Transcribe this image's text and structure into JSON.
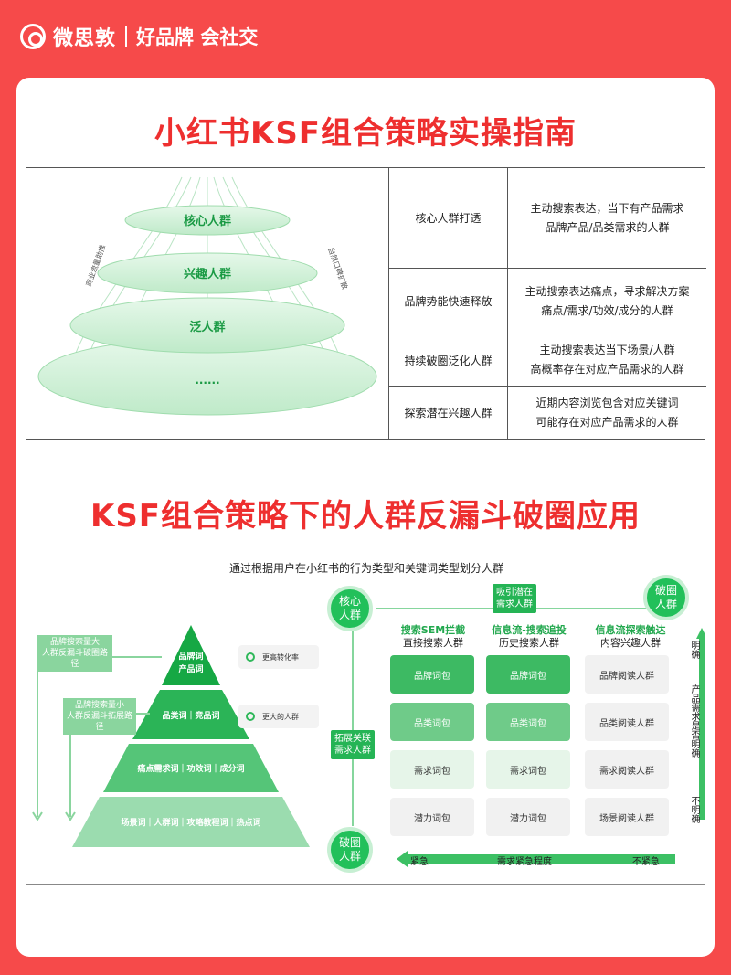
{
  "header": {
    "brand": "微思敦",
    "slogan": "好品牌 会社交"
  },
  "title1": "小红书KSF组合策略实操指南",
  "title2": "KSF组合策略下的人群反漏斗破圈应用",
  "rings": {
    "layers": [
      "核心人群",
      "兴趣人群",
      "泛人群",
      "......"
    ],
    "left_arrow": "商业流量助推",
    "right_arrow": "自然口碑扩散"
  },
  "table": [
    {
      "stage": "核心人群打透",
      "desc1": "主动搜索表达，当下有产品需求",
      "desc2": "品牌产品/品类需求的人群"
    },
    {
      "stage": "品牌势能快速释放",
      "desc1": "主动搜索表达痛点，寻求解决方案",
      "desc2": "痛点/需求/功效/成分的人群"
    },
    {
      "stage": "持续破圈泛化人群",
      "desc1": "主动搜索表达当下场景/人群",
      "desc2": "高概率存在对应产品需求的人群"
    },
    {
      "stage": "探索潜在兴趣人群",
      "desc1": "近期内容浏览包含对应关键词",
      "desc2": "可能存在对应产品需求的人群"
    }
  ],
  "bottom": {
    "subtitle": "通过根据用户在小红书的行为类型和关键词类型划分人群",
    "pyramid": {
      "levels": [
        {
          "line1": "品牌词",
          "line2": "产品词"
        },
        {
          "line1": "品类词｜竞品词",
          "line2": ""
        },
        {
          "line1": "痛点需求词｜功效词｜成分词",
          "line2": ""
        },
        {
          "line1": "场景词｜人群词｜攻略教程词｜热点词",
          "line2": ""
        }
      ],
      "side1": [
        "品牌搜索量大",
        "人群反漏斗破圈路径"
      ],
      "side2": [
        "品牌搜索量小",
        "人群反漏斗拓展路径"
      ],
      "pill1": "更高转化率",
      "pill2": "更大的人群"
    },
    "matrix": {
      "node_core": [
        "核心",
        "人群"
      ],
      "node_break_top": [
        "破圈",
        "人群"
      ],
      "node_break_bottom": [
        "破圈",
        "人群"
      ],
      "tag_top": [
        "吸引潜在",
        "需求人群"
      ],
      "tag_left": [
        "拓展关联",
        "需求人群"
      ],
      "columns": [
        {
          "green": "搜索SEM拦截",
          "dark": "直接搜索人群"
        },
        {
          "green": "信息流-搜索追投",
          "dark": "历史搜索人群"
        },
        {
          "green": "信息流探索触达",
          "dark": "内容兴趣人群"
        }
      ],
      "rows": [
        [
          "品牌词包",
          "品牌词包",
          "品牌阅读人群"
        ],
        [
          "品类词包",
          "品类词包",
          "品类阅读人群"
        ],
        [
          "需求词包",
          "需求词包",
          "需求阅读人群"
        ],
        [
          "潜力词包",
          "潜力词包",
          "场景阅读人群"
        ]
      ],
      "v_top": "明确",
      "v_mid": "产品需求是否明确",
      "v_bottom": "不明确",
      "urgency": {
        "left": "紧急",
        "mid": "需求紧急程度",
        "right": "不紧急"
      }
    }
  },
  "colors": {
    "brand_red": "#f64a4a",
    "title_red": "#ee2f2f",
    "green": "#22c05a"
  }
}
